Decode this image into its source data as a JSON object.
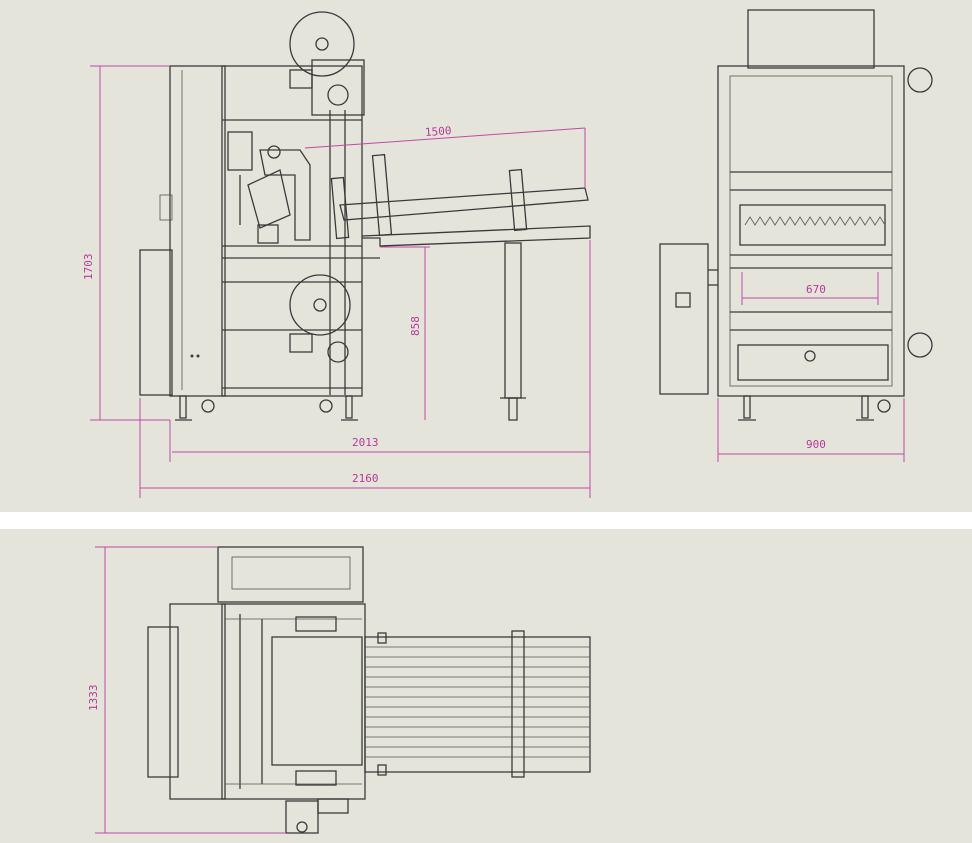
{
  "dimensions": {
    "side_height": "1703",
    "side_conveyor_length": "1500",
    "side_lower_height": "858",
    "side_base_width": "2013",
    "side_overall_width": "2160",
    "front_inner_width": "670",
    "front_overall_width": "900",
    "top_depth": "1333"
  },
  "colors": {
    "background": "#e4e4da",
    "separator": "#ffffff",
    "line": "#3a3a3a",
    "dimension": "#c04aa6"
  }
}
